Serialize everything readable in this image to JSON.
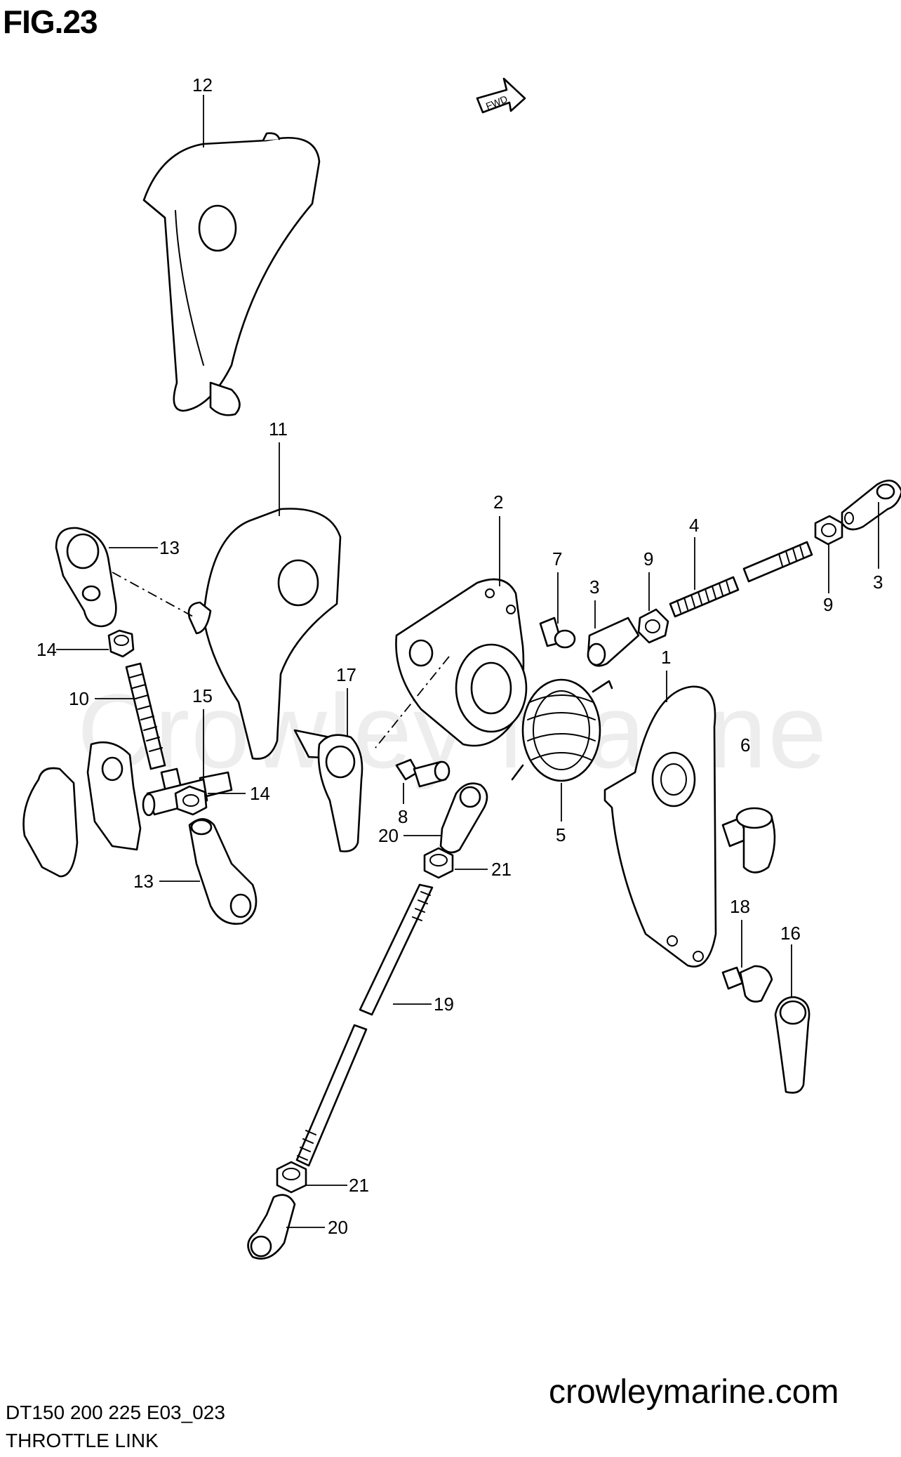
{
  "figure": {
    "title": "FIG.23",
    "direction_marker": "FWD",
    "watermark": "Crowley Marine",
    "website": "crowleymarine.com",
    "model_code": "DT150 200 225 E03_023",
    "section_title": "THROTTLE LINK"
  },
  "callouts": {
    "c1": "1",
    "c2": "2",
    "c3a": "3",
    "c3b": "3",
    "c4": "4",
    "c5": "5",
    "c6": "6",
    "c7": "7",
    "c8": "8",
    "c9a": "9",
    "c9b": "9",
    "c10": "10",
    "c11": "11",
    "c12": "12",
    "c13a": "13",
    "c13b": "13",
    "c14a": "14",
    "c14b": "14",
    "c15": "15",
    "c16": "16",
    "c17": "17",
    "c18": "18",
    "c19": "19",
    "c20a": "20",
    "c20b": "20",
    "c21a": "21",
    "c21b": "21"
  },
  "colors": {
    "line": "#000000",
    "background": "#ffffff",
    "watermark": "#ededed"
  }
}
